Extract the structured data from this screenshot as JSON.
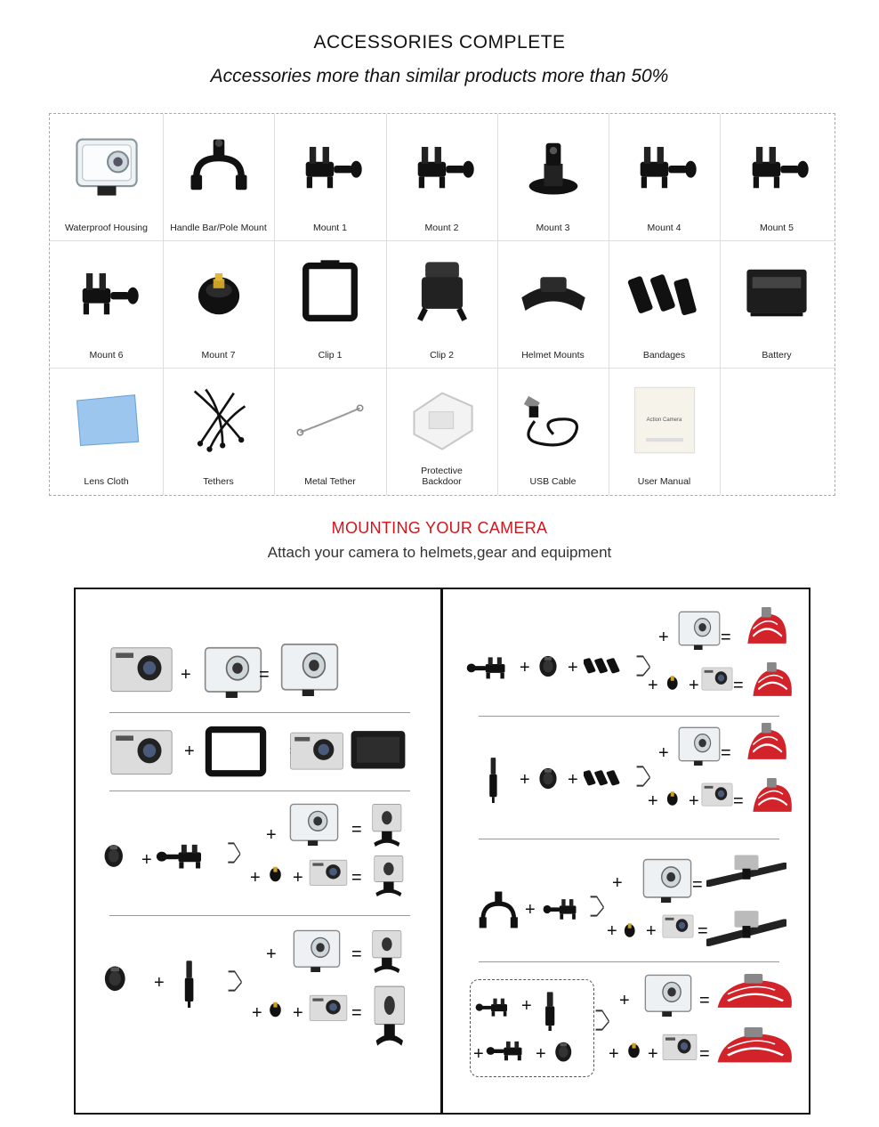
{
  "header": {
    "title": "ACCESSORIES COMPLETE",
    "subtitle": "Accessories more than similar products more than 50%"
  },
  "accessories": [
    {
      "label": "Waterproof Housing",
      "icon": "housing-icon"
    },
    {
      "label": "Handle Bar/Pole Mount",
      "icon": "handlebar-mount-icon"
    },
    {
      "label": "Mount 1",
      "icon": "mount-icon"
    },
    {
      "label": "Mount 2",
      "icon": "mount-icon"
    },
    {
      "label": "Mount 3",
      "icon": "tripod-mount-icon"
    },
    {
      "label": "Mount 4",
      "icon": "mount-icon"
    },
    {
      "label": "Mount 5",
      "icon": "mount-icon"
    },
    {
      "label": "Mount 6",
      "icon": "mount-icon"
    },
    {
      "label": "Mount 7",
      "icon": "adapter-icon"
    },
    {
      "label": "Clip 1",
      "icon": "frame-icon"
    },
    {
      "label": "Clip 2",
      "icon": "clip-icon"
    },
    {
      "label": "Helmet Mounts",
      "icon": "helmet-mount-icon"
    },
    {
      "label": "Bandages",
      "icon": "bandage-icon"
    },
    {
      "label": "Battery",
      "icon": "battery-icon"
    },
    {
      "label": "Lens Cloth",
      "icon": "cloth-icon"
    },
    {
      "label": "Tethers",
      "icon": "tether-icon"
    },
    {
      "label": "Metal Tether",
      "icon": "metal-tether-icon"
    },
    {
      "label": "Protective Backdoor",
      "icon": "backdoor-icon"
    },
    {
      "label": "USB Cable",
      "icon": "usb-cable-icon"
    },
    {
      "label": "User Manual",
      "icon": "manual-icon"
    }
  ],
  "manual_text": "Action Camera",
  "mounting": {
    "title": "MOUNTING YOUR CAMERA",
    "subtitle": "Attach your camera to helmets,gear and equipment",
    "accent": "#d0161c"
  },
  "ops": {
    "plus": "+",
    "equals": "="
  }
}
